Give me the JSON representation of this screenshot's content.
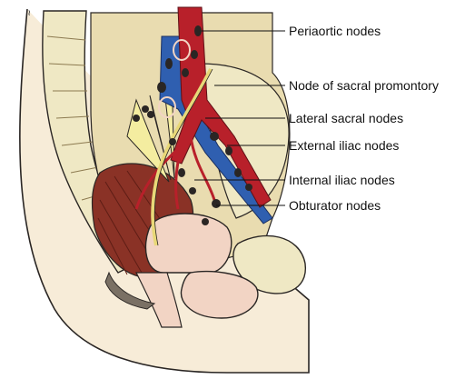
{
  "labels": [
    {
      "id": "periaortic",
      "text": "Periaortic nodes"
    },
    {
      "id": "sacral-promontory",
      "text": "Node of sacral promontory"
    },
    {
      "id": "lateral-sacral",
      "text": "Lateral sacral nodes"
    },
    {
      "id": "external-iliac",
      "text": "External iliac nodes"
    },
    {
      "id": "internal-iliac",
      "text": "Internal iliac nodes"
    },
    {
      "id": "obturator",
      "text": "Obturator nodes"
    }
  ],
  "colors": {
    "artery": "#b8202a",
    "vein": "#2f5fb0",
    "node": "#2a2624",
    "ureter": "#e8d878",
    "bone": "#efe8c4",
    "muscle": "#8a3226",
    "soft_tissue": "#f2d4c4",
    "peritoneum": "#d9c49c"
  }
}
